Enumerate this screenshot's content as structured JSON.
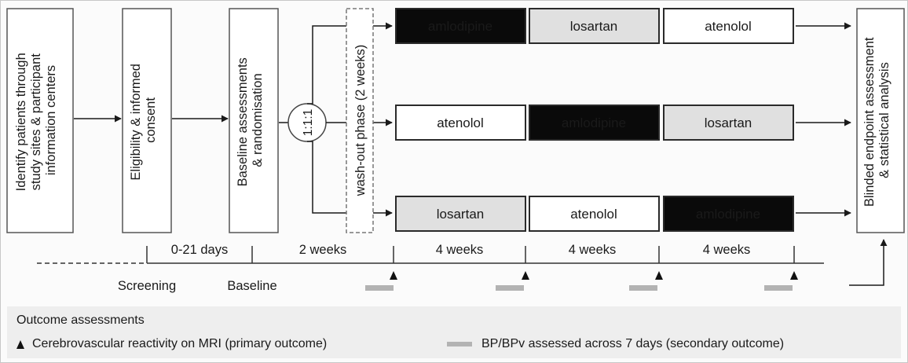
{
  "steps": {
    "identify": [
      "Identify patients through",
      "study sites & participant",
      "information centers"
    ],
    "eligibility": [
      "Eligibility & informed",
      "consent"
    ],
    "baseline": [
      "Baseline assessments",
      "& randomisation"
    ],
    "ratio": "1:1:1",
    "washout": "wash-out phase (2 weeks)",
    "final": [
      "Blinded endpoint assessment",
      "& statistical analysis"
    ]
  },
  "arms": [
    [
      {
        "drug": "amlodipine",
        "style": "dark"
      },
      {
        "drug": "losartan",
        "style": "grey"
      },
      {
        "drug": "atenolol",
        "style": "white"
      }
    ],
    [
      {
        "drug": "atenolol",
        "style": "white"
      },
      {
        "drug": "amlodipine",
        "style": "dark"
      },
      {
        "drug": "losartan",
        "style": "grey"
      }
    ],
    [
      {
        "drug": "losartan",
        "style": "grey"
      },
      {
        "drug": "atenolol",
        "style": "white"
      },
      {
        "drug": "amlodipine",
        "style": "dark"
      }
    ]
  ],
  "timeline": {
    "durations": [
      "0-21 days",
      "2 weeks",
      "4 weeks",
      "4 weeks",
      "4 weeks"
    ],
    "phases": [
      "Screening",
      "Baseline"
    ]
  },
  "legend": {
    "title": "Outcome assessments",
    "primary": "Cerebrovascular reactivity on MRI (primary outcome)",
    "secondary": "BP/BPv assessed across 7 days (secondary outcome)"
  },
  "colors": {
    "dark": "#0a0a0a",
    "grey": "#e0e0e0",
    "white": "#ffffff",
    "stroke": "#2a2a2a",
    "assessment_bar": "#b3b3b3"
  }
}
